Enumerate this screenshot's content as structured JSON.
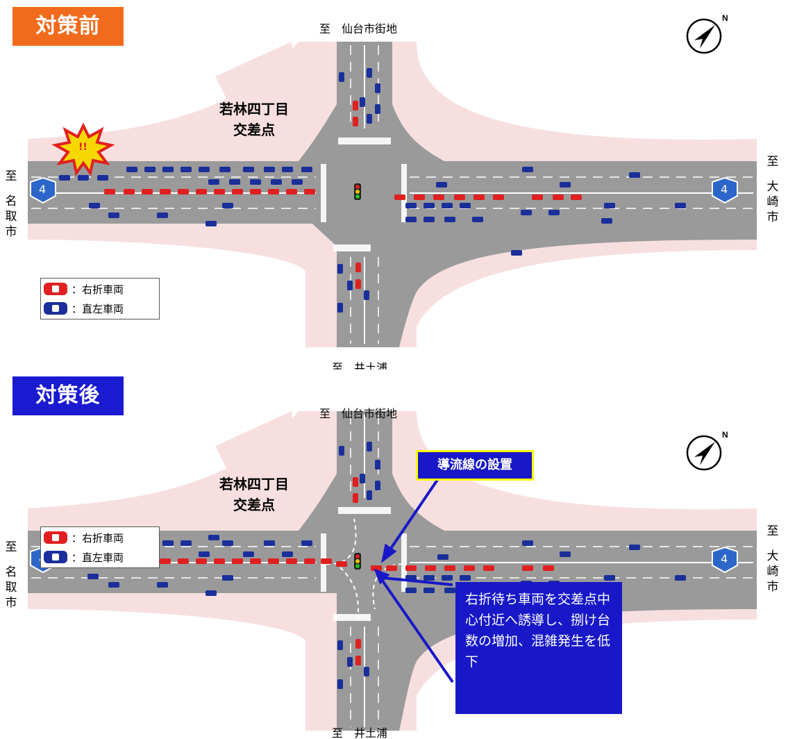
{
  "panel_before": {
    "label": "対策前",
    "dest_north": "至　仙台市街地",
    "dest_south": "至　井土浦",
    "dest_west": [
      "至",
      "名",
      "取",
      "市"
    ],
    "dest_east": [
      "至",
      "大",
      "崎",
      "市"
    ],
    "junction_line1": "若林四丁目",
    "junction_line2": "交差点",
    "route_number": "4",
    "warning_symbol": "!!",
    "label_color": "#f26b1d"
  },
  "panel_after": {
    "label": "対策後",
    "dest_north": "至　仙台市街地",
    "dest_south": "至　井土浦",
    "dest_west": [
      "至",
      "名",
      "取",
      "市"
    ],
    "dest_east": [
      "至",
      "大",
      "崎",
      "市"
    ],
    "junction_line1": "若林四丁目",
    "junction_line2": "交差点",
    "route_number": "4",
    "callout_title": "導流線の設置",
    "callout_body": "右折待ち車両を交差点中心付近へ誘導し、捌け台数の増加、混雑発生を低下",
    "label_color": "#1a1ad0"
  },
  "legend": {
    "right_turn": "：右折車両",
    "straight_left": "：直左車両",
    "right_turn_color": "#e02020",
    "straight_left_color": "#1a2f9a"
  },
  "icons": [
    "compass-icon",
    "warning-burst-icon",
    "route-shield-icon",
    "traffic-signal-icon"
  ]
}
